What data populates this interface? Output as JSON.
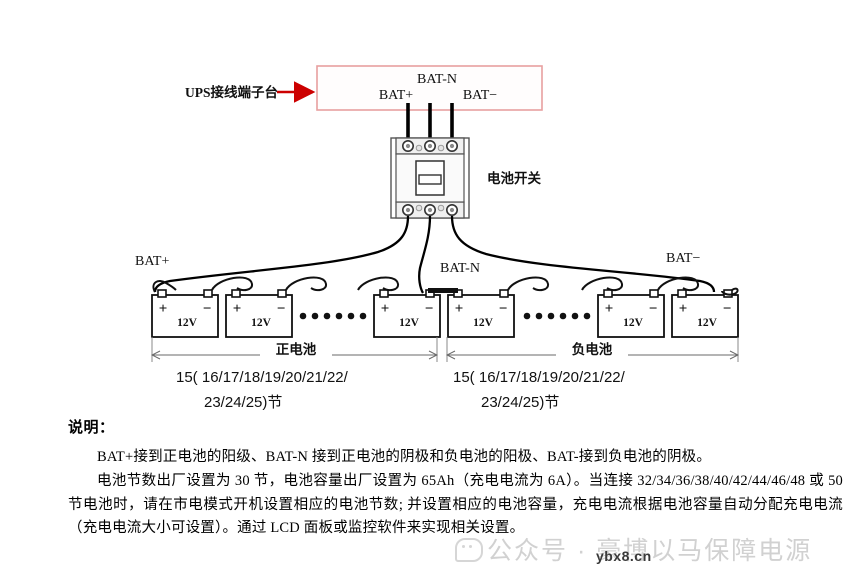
{
  "document": {
    "type": "ups-battery-wiring-diagram",
    "background_color": "#ffffff"
  },
  "diagram": {
    "ups_terminal_block": {
      "callout_label": "UPS接线端子台",
      "border_color": "#e8a0a0",
      "fill_color": "#fffdfd",
      "arrow_color": "#cc0000",
      "terminals": [
        {
          "name": "BAT+",
          "label": "BAT+"
        },
        {
          "name": "BAT-N",
          "label": "BAT-N"
        },
        {
          "name": "BAT-",
          "label": "BAT−"
        }
      ]
    },
    "battery_switch": {
      "label": "电池开关",
      "body_color": "#f2f2f2",
      "outline_color": "#4a4a4a",
      "terminal_count_top": 3,
      "terminal_count_bottom": 3
    },
    "wire_labels": {
      "positive": "BAT+",
      "neutral": "BAT-N",
      "negative": "BAT−"
    },
    "battery_groups": [
      {
        "id": "positive-group",
        "name": "正电池",
        "count_label": "15( 16/17/18/19/20/21/22/",
        "count_label_line2": "23/24/25)节",
        "batteries": [
          {
            "voltage": "12V",
            "plus": "+",
            "minus": "−"
          },
          {
            "voltage": "12V",
            "plus": "+",
            "minus": "−"
          },
          {
            "voltage": "12V",
            "plus": "+",
            "minus": "−"
          },
          {
            "voltage": "12V",
            "plus": "+",
            "minus": "−"
          }
        ],
        "ellipsis_dots": 6
      },
      {
        "id": "negative-group",
        "name": "负电池",
        "count_label": "15( 16/17/18/19/20/21/22/",
        "count_label_line2": "23/24/25)节",
        "batteries": [
          {
            "voltage": "12V",
            "plus": "+",
            "minus": "−"
          },
          {
            "voltage": "12V",
            "plus": "+",
            "minus": "−"
          },
          {
            "voltage": "12V",
            "plus": "+",
            "minus": "−"
          },
          {
            "voltage": "12V",
            "plus": "+",
            "minus": "−"
          }
        ],
        "ellipsis_dots": 6
      }
    ]
  },
  "notes": {
    "title": "说明：",
    "paragraphs": [
      "BAT+接到正电池的阳级、BAT-N 接到正电池的阴极和负电池的阳极、BAT-接到负电池的阴极。",
      "电池节数出厂设置为 30 节，电池容量出厂设置为 65Ah（充电电流为 6A）。当连接 32/34/36/38/40/42/44/46/48 或 50 节电池时，请在市电模式开机设置相应的电池节数; 并设置相应的电池容量，充电电流根据电池容量自动分配充电电流（充电电流大小可设置）。通过 LCD 面板或监控软件来实现相关设置。"
    ]
  },
  "watermark": {
    "text": "公众号 · 豪博以马保障电源",
    "site": "ybx8.cn",
    "color": "#cfcfcf"
  }
}
